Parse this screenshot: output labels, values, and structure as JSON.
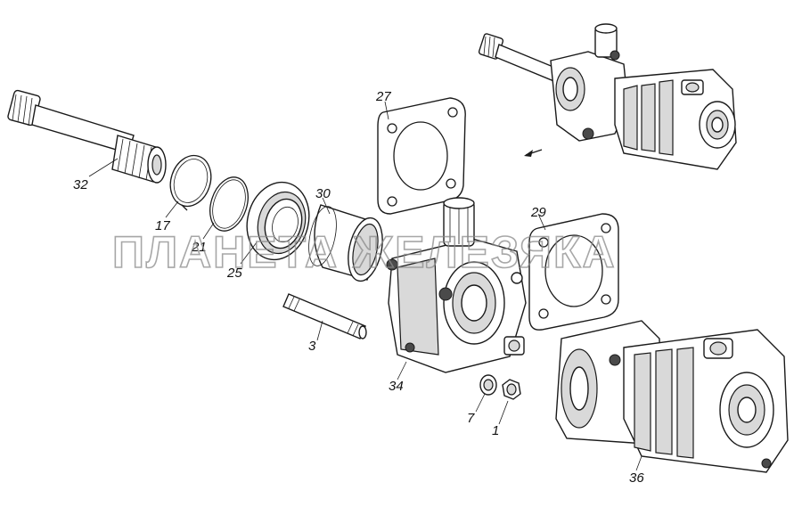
{
  "watermark": "ПЛАНЕТА ЖЕЛЕЗЯКА",
  "callouts": [
    {
      "id": "32",
      "label": "32"
    },
    {
      "id": "17",
      "label": "17"
    },
    {
      "id": "21",
      "label": "21"
    },
    {
      "id": "25",
      "label": "25"
    },
    {
      "id": "30",
      "label": "30"
    },
    {
      "id": "27",
      "label": "27"
    },
    {
      "id": "29",
      "label": "29"
    },
    {
      "id": "3",
      "label": "3"
    },
    {
      "id": "34",
      "label": "34"
    },
    {
      "id": "7",
      "label": "7"
    },
    {
      "id": "1",
      "label": "1"
    },
    {
      "id": "36",
      "label": "36"
    }
  ]
}
